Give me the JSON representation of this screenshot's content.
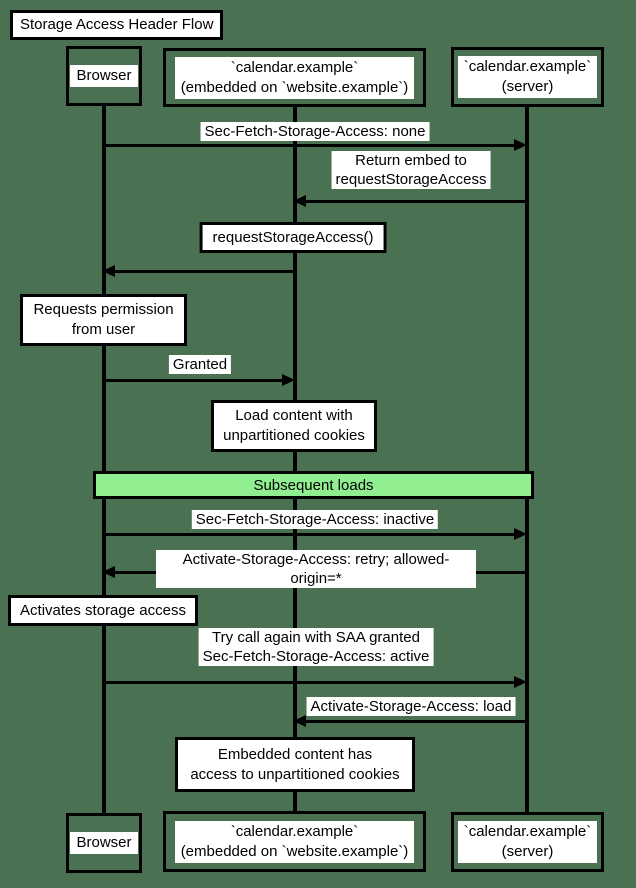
{
  "diagram": {
    "title": "Storage Access Header Flow"
  },
  "participants": {
    "browser": {
      "label": "Browser"
    },
    "embedded": {
      "label": "`calendar.example`\n(embedded on `website.example`)"
    },
    "server": {
      "label": "`calendar.example`\n(server)"
    }
  },
  "messages": [
    {
      "label": "Sec-Fetch-Storage-Access: none",
      "from": "Browser",
      "to": "`calendar.example` (server)"
    },
    {
      "label": "Return embed to\nrequestStorageAccess",
      "from": "`calendar.example` (server)",
      "to": "`calendar.example` (embedded on `website.example`)"
    },
    {
      "label": "requestStorageAccess()",
      "from": "`calendar.example` (embedded on `website.example`)",
      "to": "Browser"
    },
    {
      "label": "Granted",
      "from": "Browser",
      "to": "`calendar.example` (embedded on `website.example`)"
    },
    {
      "label": "Sec-Fetch-Storage-Access: inactive",
      "from": "Browser",
      "to": "`calendar.example` (server)"
    },
    {
      "label": "Activate-Storage-Access: retry; allowed-origin=*",
      "from": "`calendar.example` (server)",
      "to": "Browser"
    },
    {
      "label": "Try call again with SAA granted\nSec-Fetch-Storage-Access: active",
      "from": "Browser",
      "to": "`calendar.example` (server)"
    },
    {
      "label": "Activate-Storage-Access: load",
      "from": "`calendar.example` (server)",
      "to": "`calendar.example` (embedded on `website.example`)"
    }
  ],
  "notes": [
    {
      "text": "Requests permission\nfrom user",
      "over": "Browser"
    },
    {
      "text": "Load content with\nunpartitioned cookies",
      "over": "`calendar.example` (embedded on `website.example`)"
    },
    {
      "text": "Activates storage access",
      "over": "Browser"
    },
    {
      "text": "Embedded content has\naccess to unpartitioned cookies",
      "over": "`calendar.example` (embedded on `website.example`)"
    }
  ],
  "band": {
    "label": "Subsequent loads"
  },
  "colors": {
    "bg": "#4a7152",
    "band": "#90ee90",
    "ink": "#000000",
    "paper": "#ffffff"
  }
}
